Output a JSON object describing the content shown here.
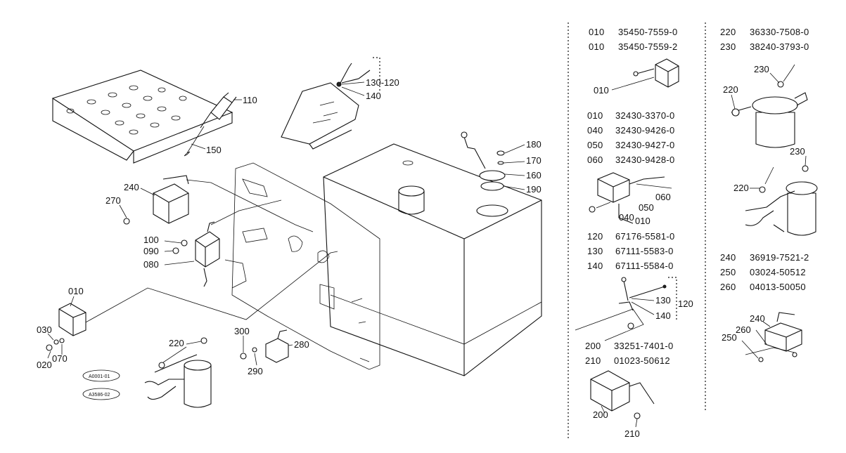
{
  "callouts": {
    "c110": "110",
    "c150": "150",
    "c130_120": "130-120",
    "c140a": "140",
    "c180": "180",
    "c170": "170",
    "c160": "160",
    "c190": "190",
    "c240": "240",
    "c270": "270",
    "c100": "100",
    "c090": "090",
    "c080": "080",
    "c010": "010",
    "c030": "030",
    "c020": "020",
    "c070": "070",
    "c220": "220",
    "c300": "300",
    "c280": "280",
    "c290": "290",
    "stamp1": "A0001-01",
    "stamp2": "A3586-02"
  },
  "parts_list": {
    "col1": [
      {
        "ref": "010",
        "part": "35450-7559-0"
      },
      {
        "ref": "010",
        "part": "35450-7559-2"
      }
    ],
    "col1b": [
      {
        "ref": "010",
        "part": "32430-3370-0"
      },
      {
        "ref": "040",
        "part": "32430-9426-0"
      },
      {
        "ref": "050",
        "part": "32430-9427-0"
      },
      {
        "ref": "060",
        "part": "32430-9428-0"
      }
    ],
    "col1c": [
      {
        "ref": "120",
        "part": "67176-5581-0"
      },
      {
        "ref": "130",
        "part": "67111-5583-0"
      },
      {
        "ref": "140",
        "part": "67111-5584-0"
      }
    ],
    "col1d": [
      {
        "ref": "200",
        "part": "33251-7401-0"
      },
      {
        "ref": "210",
        "part": "01023-50612"
      }
    ],
    "col2": [
      {
        "ref": "220",
        "part": "36330-7508-0"
      },
      {
        "ref": "230",
        "part": "38240-3793-0"
      }
    ],
    "col2b": [
      {
        "ref": "240",
        "part": "36919-7521-2"
      },
      {
        "ref": "250",
        "part": "03024-50512"
      },
      {
        "ref": "260",
        "part": "04013-50050"
      }
    ]
  },
  "side_callouts": {
    "s010a": "010",
    "s040": "040",
    "s050": "050",
    "s060": "060",
    "s010b": "010",
    "s130": "130",
    "s140": "140",
    "s120": "120",
    "s200": "200",
    "s210": "210",
    "s230a": "230",
    "s220a": "220",
    "s230b": "230",
    "s220b": "220",
    "s240": "240",
    "s260": "260",
    "s250": "250"
  }
}
